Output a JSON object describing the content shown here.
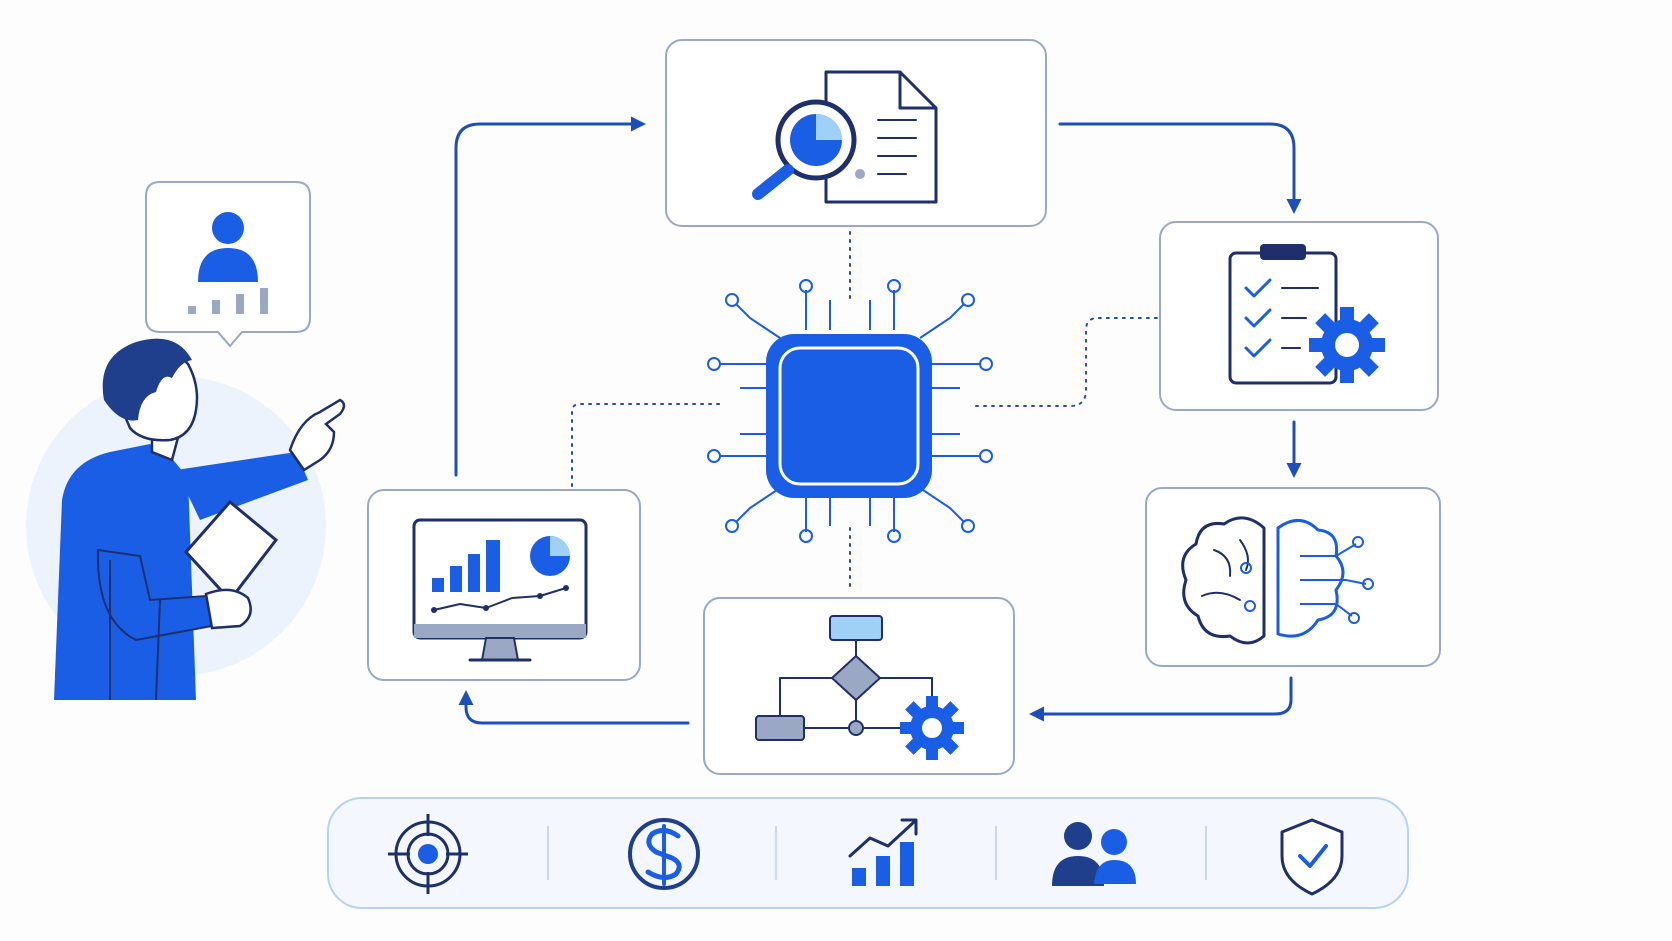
{
  "diagram": {
    "nodes": [
      {
        "id": "report-analysis",
        "icon": "magnifier-report-icon"
      },
      {
        "id": "checklist-settings",
        "icon": "clipboard-gear-icon"
      },
      {
        "id": "ai-brain",
        "icon": "brain-circuit-icon"
      },
      {
        "id": "workflow",
        "icon": "flowchart-gear-icon"
      },
      {
        "id": "dashboard",
        "icon": "monitor-chart-icon"
      },
      {
        "id": "ai-chip",
        "icon": "processor-chip-icon"
      }
    ],
    "person": {
      "icon": "presenter-with-tablet",
      "bubble_icon": "user-metrics-icon"
    },
    "benefits": [
      {
        "icon": "target-icon"
      },
      {
        "icon": "dollar-icon"
      },
      {
        "icon": "growth-chart-icon"
      },
      {
        "icon": "team-icon"
      },
      {
        "icon": "shield-check-icon"
      }
    ]
  },
  "colors": {
    "primary": "#1a5ee6",
    "dark": "#1f2f6b",
    "card_border": "#9aa8c4",
    "light_blue": "#9fd0f5"
  }
}
